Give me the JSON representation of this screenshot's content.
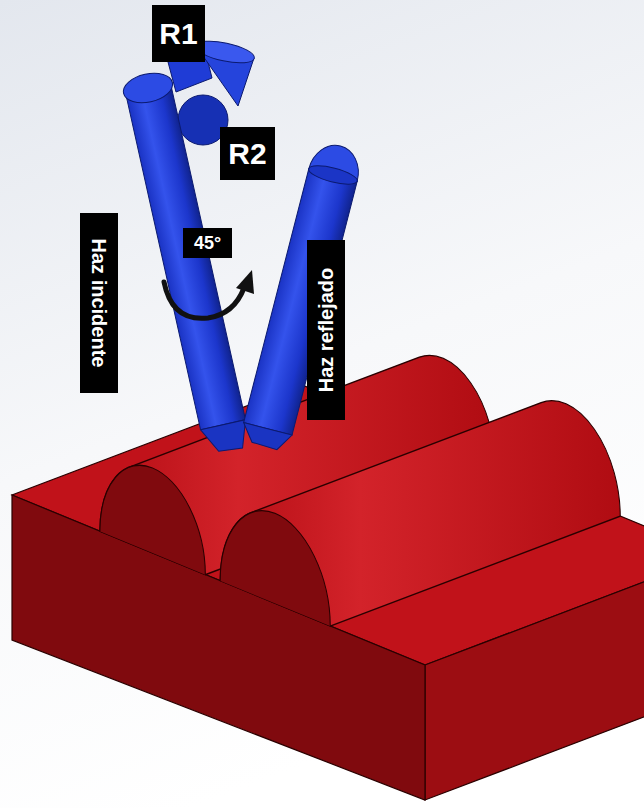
{
  "diagram": {
    "nodes": [
      {
        "text": [
          "R1"
        ]
      },
      {
        "text": [
          "R2"
        ]
      },
      {
        "text": [
          "Haz incidente"
        ]
      },
      {
        "text": [
          "45°"
        ]
      },
      {
        "text": [
          "Haz reflejado"
        ]
      }
    ]
  }
}
